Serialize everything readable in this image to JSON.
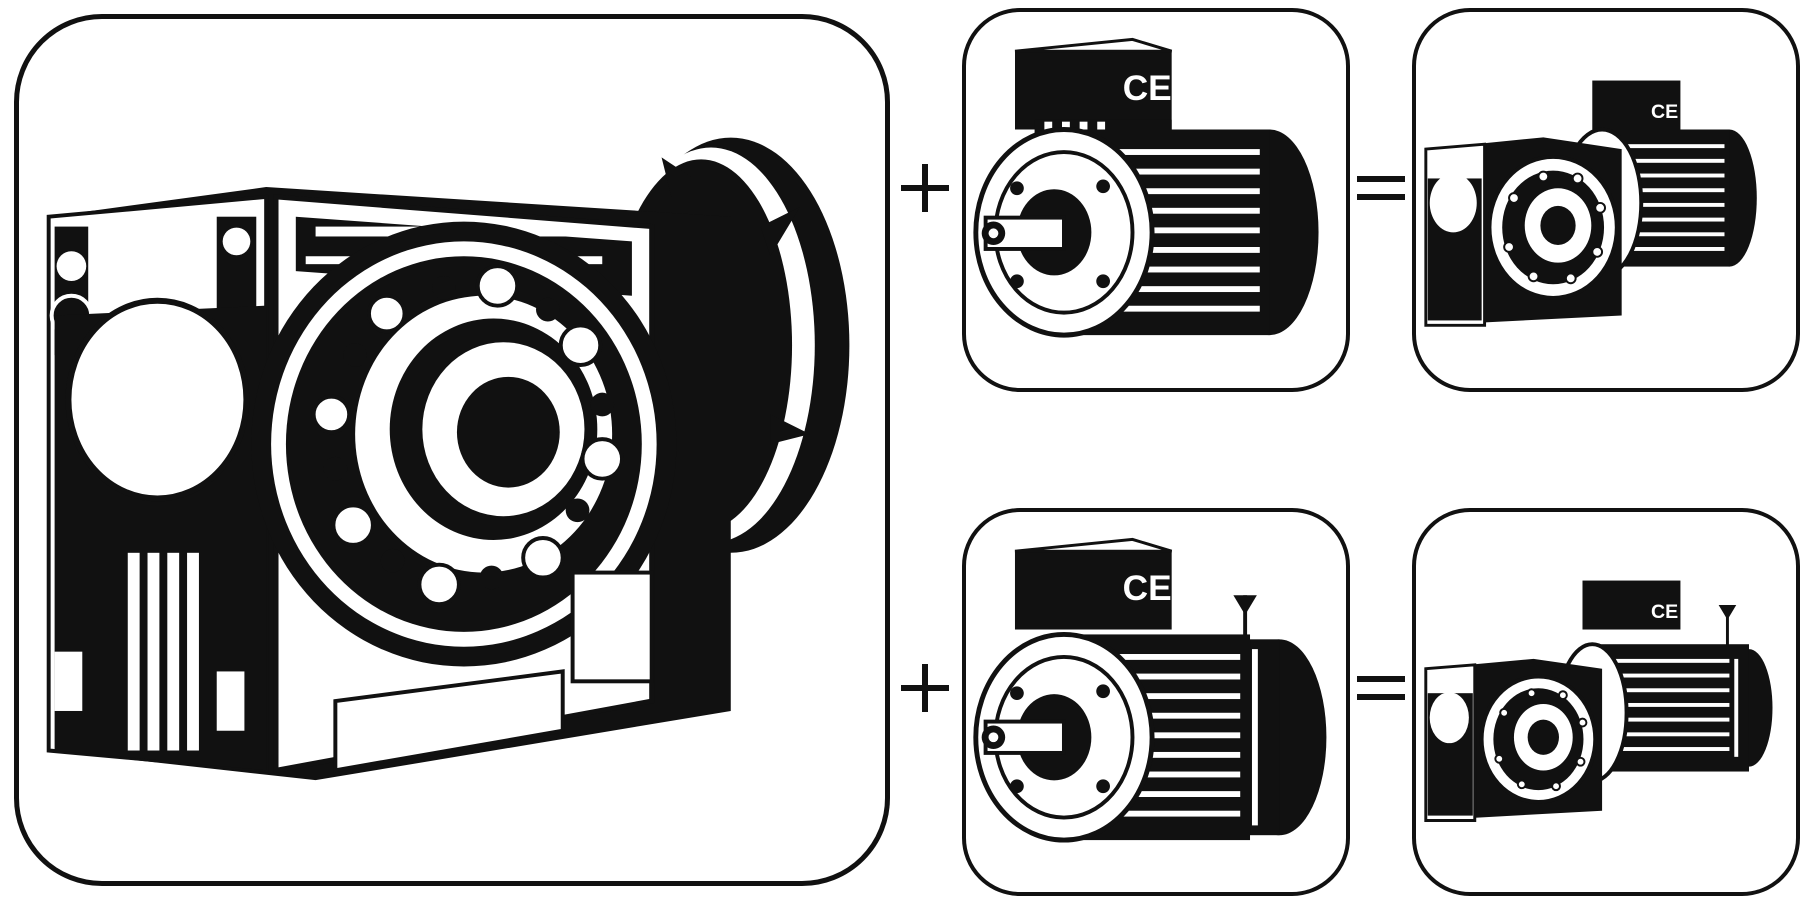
{
  "colors": {
    "ink": "#111111",
    "paper": "#ffffff"
  },
  "panels": [
    {
      "id": "gearbox",
      "icon": "worm-gearbox-icon"
    },
    {
      "id": "motor",
      "icon": "electric-motor-icon"
    },
    {
      "id": "gearmotor",
      "icon": "gearmotor-assembly-icon"
    },
    {
      "id": "brake-motor",
      "icon": "brake-motor-icon"
    },
    {
      "id": "brake-gearmotor",
      "icon": "brake-gearmotor-assembly-icon"
    }
  ],
  "operators": [
    "plus-icon",
    "equals-icon",
    "plus-icon",
    "equals-icon"
  ]
}
